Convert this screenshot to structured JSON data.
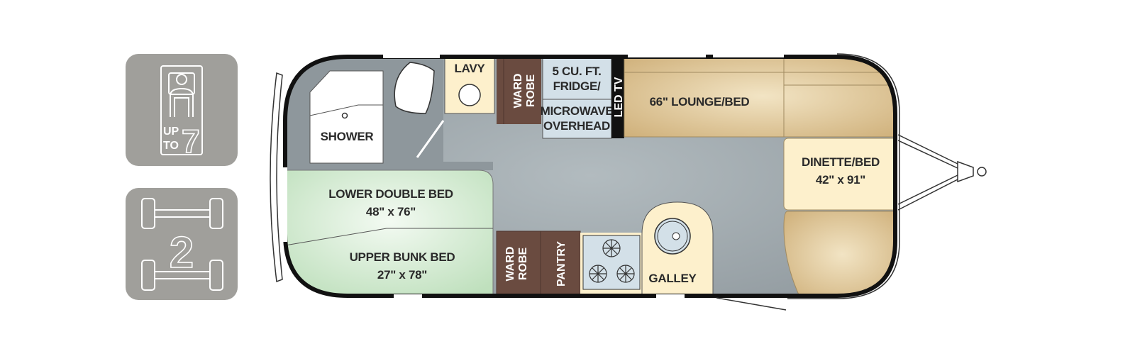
{
  "badges": {
    "sleeps": {
      "icon": "sleeping-person-icon",
      "line1": "UP",
      "line2": "TO",
      "count": "7"
    },
    "axles": {
      "icon": "axle-icon",
      "count": "2"
    }
  },
  "rooms": {
    "shower": "SHOWER",
    "lavy": "LAVY",
    "wardrobe_top": [
      "WARD",
      "ROBE"
    ],
    "fridge": [
      "5 CU. FT.",
      "FRIDGE/"
    ],
    "microwave": [
      "MICROWAVE",
      "OVERHEAD"
    ],
    "led_tv": "LED TV",
    "lounge": "66\" LOUNGE/BED",
    "dinette": {
      "name": "DINETTE/BED",
      "size": "42\" x 91\""
    },
    "lower_bed": {
      "name": "LOWER DOUBLE BED",
      "size": "48\" x 76\""
    },
    "upper_bed": {
      "name": "UPPER BUNK BED",
      "size": "27\" x 78\""
    },
    "wardrobe_bottom": [
      "WARD",
      "ROBE"
    ],
    "pantry": "PANTRY",
    "galley": "GALLEY"
  },
  "colors": {
    "floor": "#9ca5aa",
    "bed": "#d4ead2",
    "tan": "#e2c99a",
    "cream": "#fdf0cc",
    "wood": "#6a4b40",
    "appliance": "#d3e0e8",
    "badge": "#a09f9b"
  }
}
